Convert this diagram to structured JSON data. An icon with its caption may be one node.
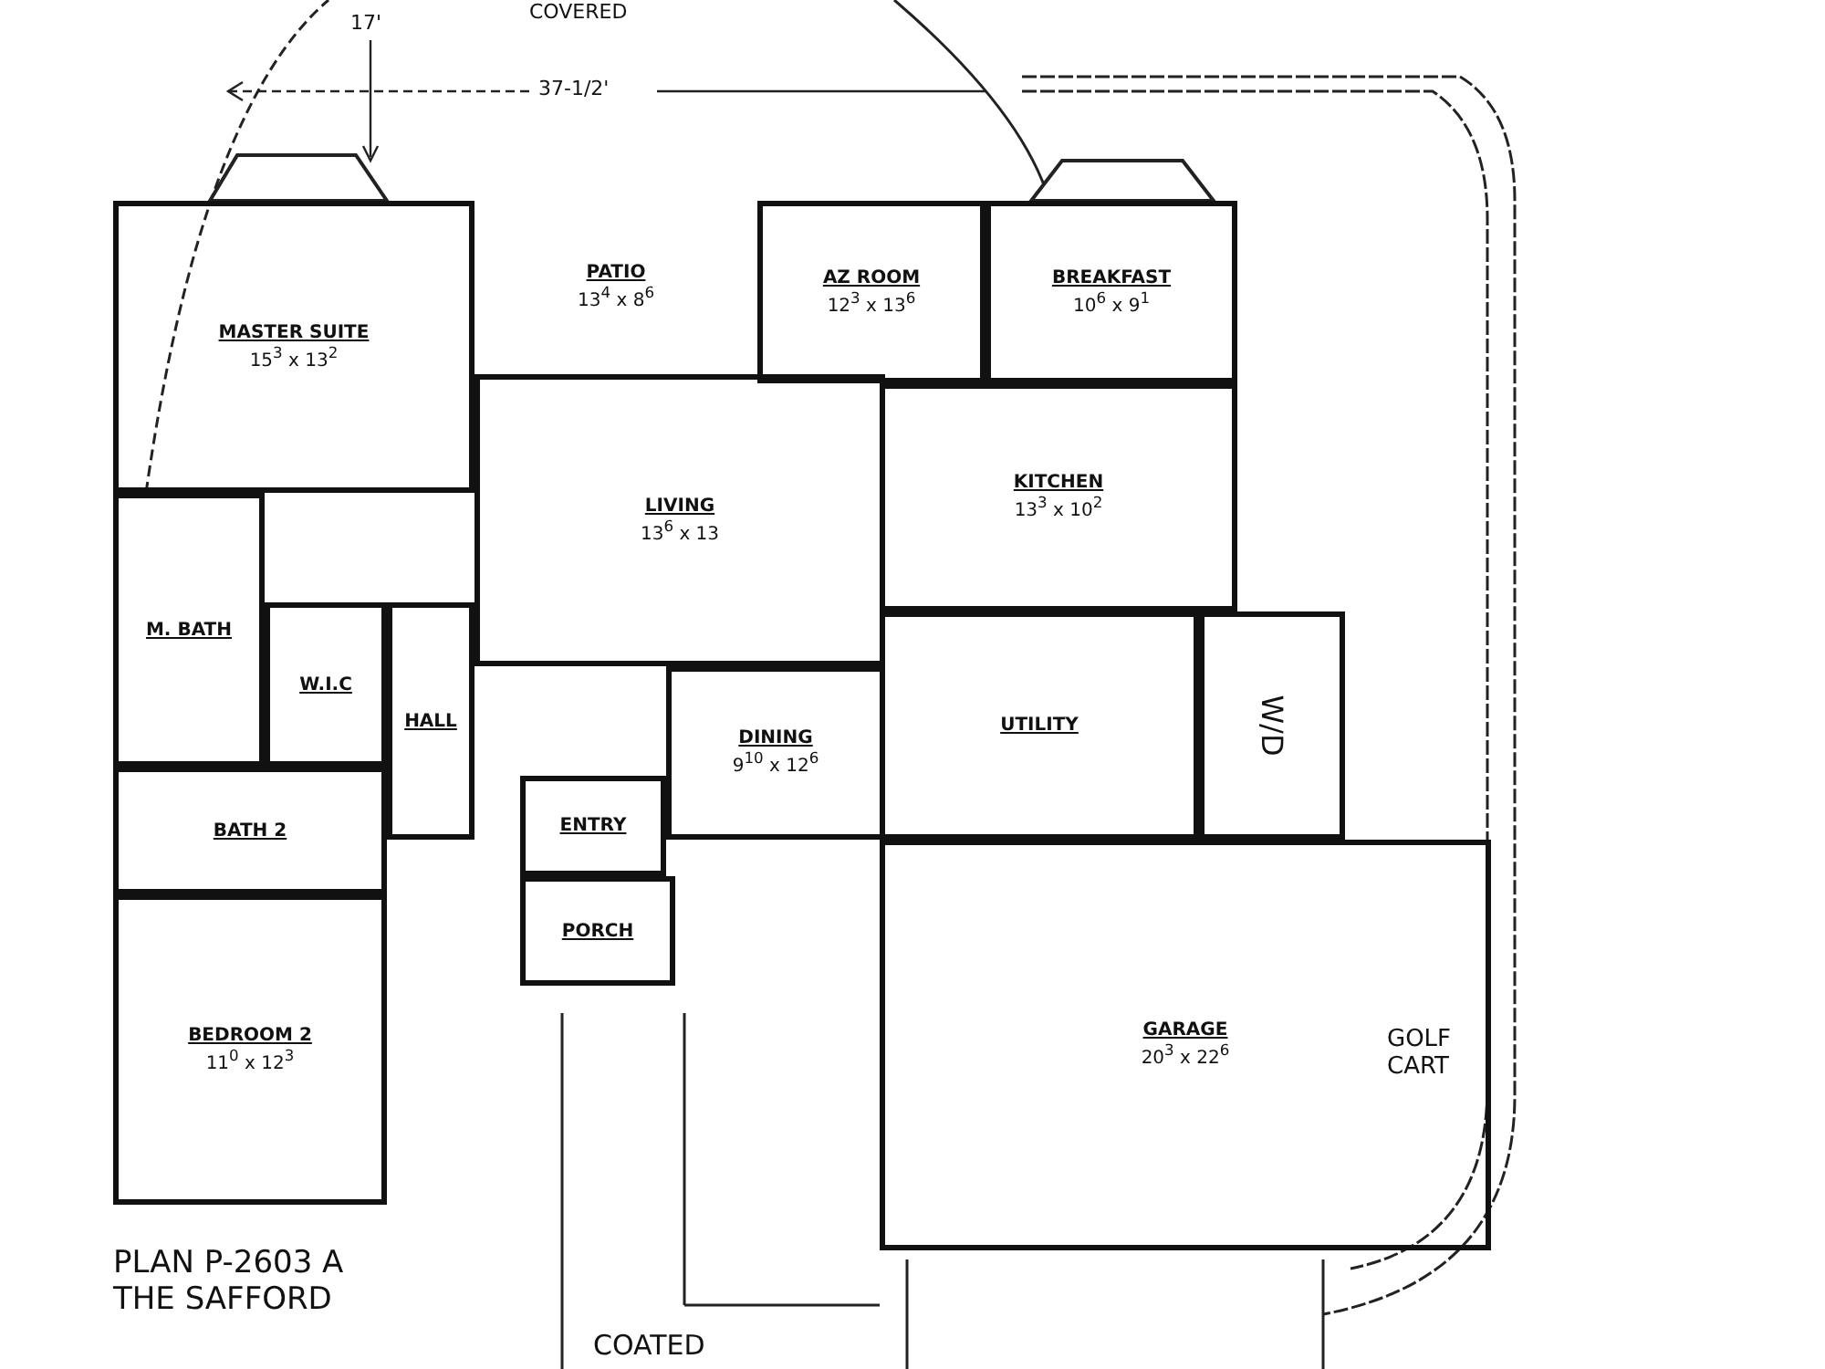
{
  "diagram": {
    "nodes": [
      {
        "text": [
          "MASTER SUITE",
          "15$^{3}$ x 13$^{2}$"
        ]
      },
      {
        "text": [
          "PATIO",
          "13$^{4}$ x 8$^{6}$"
        ]
      },
      {
        "text": [
          "AZ ROOM",
          "12$^{3}$ x 13$^{6}$"
        ]
      },
      {
        "text": [
          "BREAKFAST",
          "10$^{6}$ x 9$^{1}$"
        ]
      },
      {
        "text": [
          "LIVING",
          "13$^{6}$ x 13"
        ]
      },
      {
        "text": [
          "KITCHEN",
          "13$^{3}$ x 10$^{2}$"
        ]
      },
      {
        "text": [
          "M. BATH"
        ]
      },
      {
        "text": [
          "W.I.C"
        ]
      },
      {
        "text": [
          "HALL"
        ]
      },
      {
        "text": [
          "UTILITY"
        ]
      },
      {
        "text": [
          "W/D"
        ]
      },
      {
        "text": [
          "DINING",
          "9$^{10}$ x 12$^{6}$"
        ]
      },
      {
        "text": [
          "ENTRY"
        ]
      },
      {
        "text": [
          "BATH 2"
        ]
      },
      {
        "text": [
          "PORCH"
        ]
      },
      {
        "text": [
          "BEDROOM 2",
          "11$^{0}$ x 12$^{3}$"
        ]
      },
      {
        "text": [
          "GARAGE",
          "20$^{3}$ x 22$^{6}$"
        ]
      }
    ],
    "labels": [
      "COVERED",
      "17'",
      "37-1/2'",
      "GOLF CART",
      "COATED",
      "PLAN P-2603 A",
      "THE SAFFORD"
    ]
  }
}
